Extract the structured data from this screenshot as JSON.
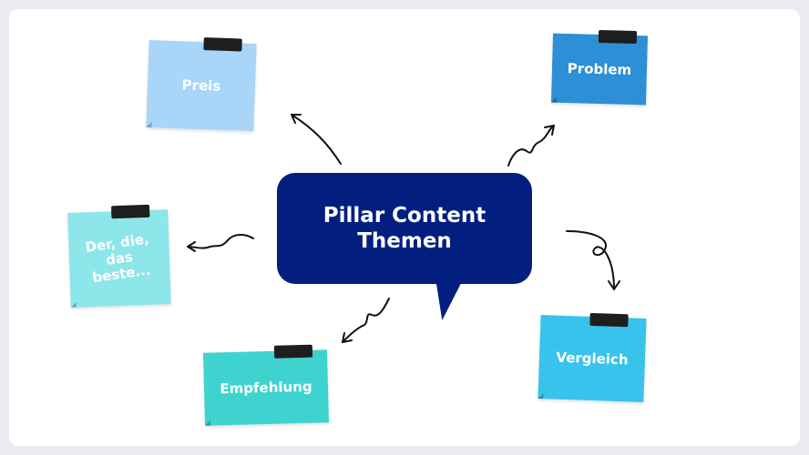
{
  "center": {
    "title": "Pillar Content Themen",
    "color": "#021f80"
  },
  "notes": [
    {
      "id": "preis",
      "label": "Preis",
      "color": "#a9d5f8"
    },
    {
      "id": "problem",
      "label": "Problem",
      "color": "#2d8fd5"
    },
    {
      "id": "der-die-das",
      "label": "Der, die, das beste...",
      "color": "#8de6e9"
    },
    {
      "id": "vergleich",
      "label": "Vergleich",
      "color": "#37c3ec"
    },
    {
      "id": "empfehlung",
      "label": "Empfehlung",
      "color": "#3fd3cf"
    }
  ]
}
